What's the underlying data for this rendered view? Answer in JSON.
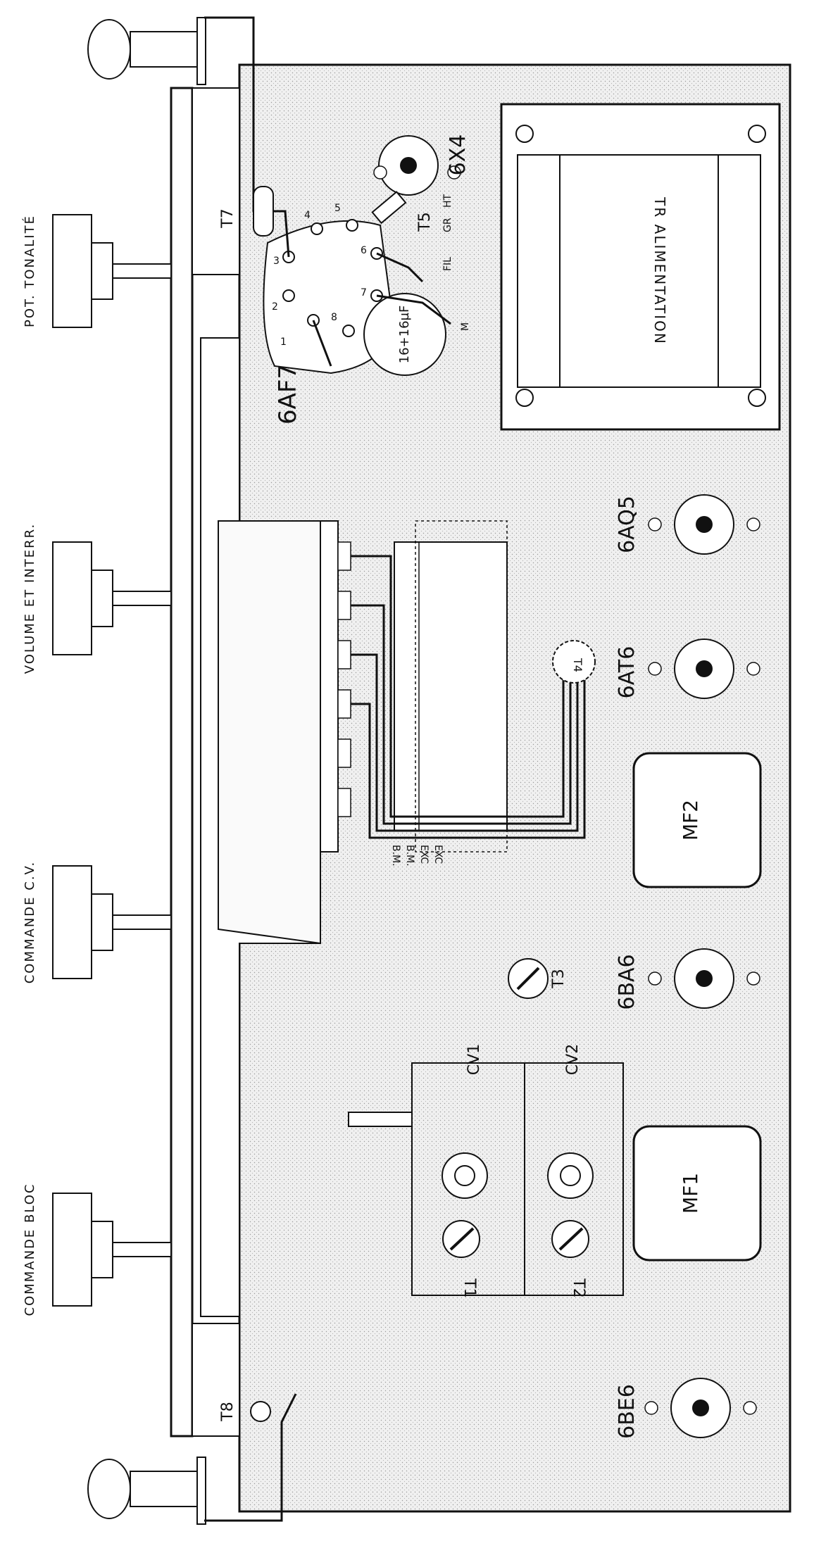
{
  "colors": {
    "ink": "#111111",
    "chassis": "#eeeeee",
    "paper": "#ffffff"
  },
  "controls": {
    "tone": "POT. TONALITÉ",
    "volume": "VOLUME ET INTERR.",
    "tuning": "COMMANDE C.V.",
    "band": "COMMANDE BLOC"
  },
  "tubes": {
    "rectifier": "6X4",
    "converter": "6AF7",
    "output": "6AQ5",
    "detector": "6AT6",
    "if_amp": "6BA6",
    "mixer": "6BE6"
  },
  "transformers": {
    "power": "TR ALIMENTATION",
    "if1": "MF1",
    "if2": "MF2"
  },
  "capacitor": "16+16µF",
  "tuning_caps": {
    "cv1": "CV1",
    "cv2": "CV2"
  },
  "trimmers": {
    "t1": "T1",
    "t2": "T2",
    "t3": "T3",
    "t4": "T4",
    "t5": "T5",
    "t7": "T7",
    "t8": "T8"
  },
  "wires": {
    "bm1": "B.M.",
    "bm2": "B.M.",
    "exc1": "EXC",
    "exc2": "EXC",
    "fil": "FIL",
    "gr": "GR",
    "ht": "HT",
    "m": "M"
  },
  "socket_pins": [
    "1",
    "2",
    "3",
    "4",
    "5",
    "6",
    "7",
    "8"
  ]
}
